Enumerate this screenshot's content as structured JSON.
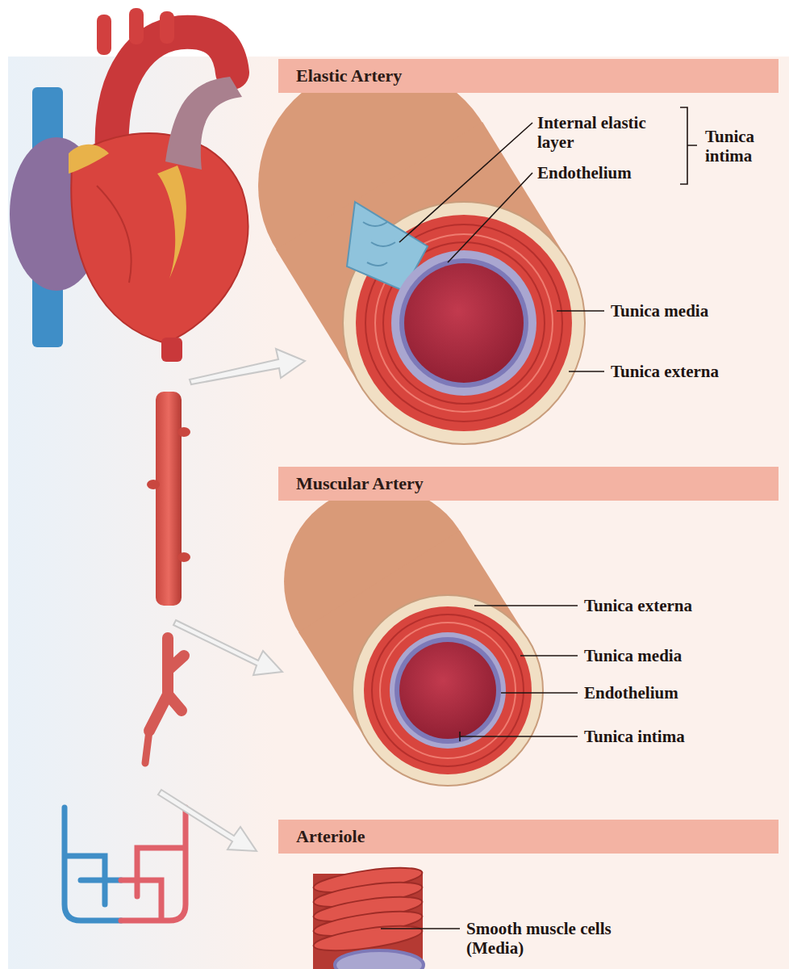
{
  "diagram": {
    "nodes": [
      {
        "text": [
          "Elastic Artery"
        ]
      },
      {
        "text": [
          "Muscular Artery"
        ]
      },
      {
        "text": [
          "Arteriole"
        ]
      }
    ],
    "labels": [
      "Internal elastic layer",
      "Endothelium",
      "Tunica intima",
      "Tunica media",
      "Tunica externa",
      "Tunica externa",
      "Tunica media",
      "Endothelium",
      "Tunica intima",
      "Smooth muscle cells (Media)"
    ]
  }
}
